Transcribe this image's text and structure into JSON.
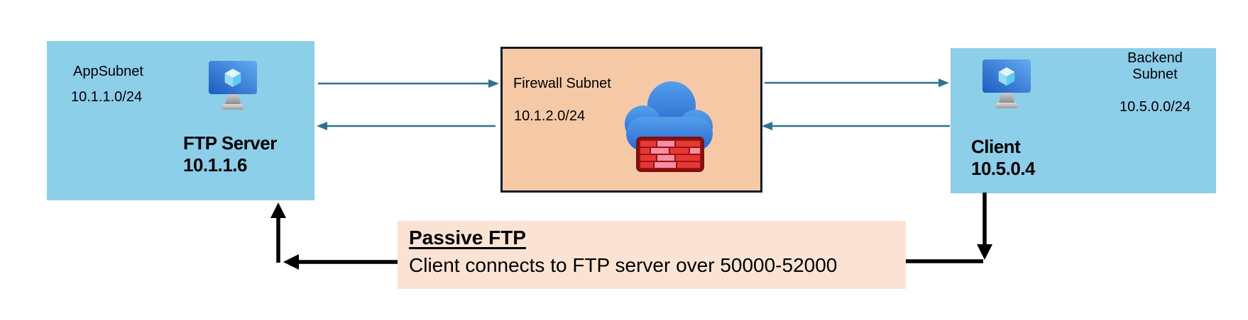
{
  "diagram": {
    "app_subnet": {
      "label": "AppSubnet",
      "cidr": "10.1.1.0/24",
      "vm": {
        "name": "FTP Server",
        "ip": "10.1.1.6"
      }
    },
    "firewall_subnet": {
      "label": "Firewall Subnet",
      "cidr": "10.1.2.0/24"
    },
    "backend_subnet": {
      "label": "Backend Subnet",
      "cidr": "10.5.0.0/24",
      "vm": {
        "name": "Client",
        "ip": "10.5.0.4"
      }
    },
    "annotation": {
      "title": "Passive FTP",
      "body": "Client connects to FTP server over 50000-52000"
    },
    "icons": {
      "vm": "azure-virtual-machine-icon",
      "firewall": "azure-firewall-cloud-brick-wall-icon"
    },
    "colors": {
      "subnet_fill": "#8DCEE9",
      "firewall_fill": "#F6C9A6",
      "firewall_border": "#0D1D2E",
      "annotation_fill": "#FBE3D4",
      "flow_arrow": "#2E7191",
      "passive_ftp_arrow": "#000000"
    }
  }
}
